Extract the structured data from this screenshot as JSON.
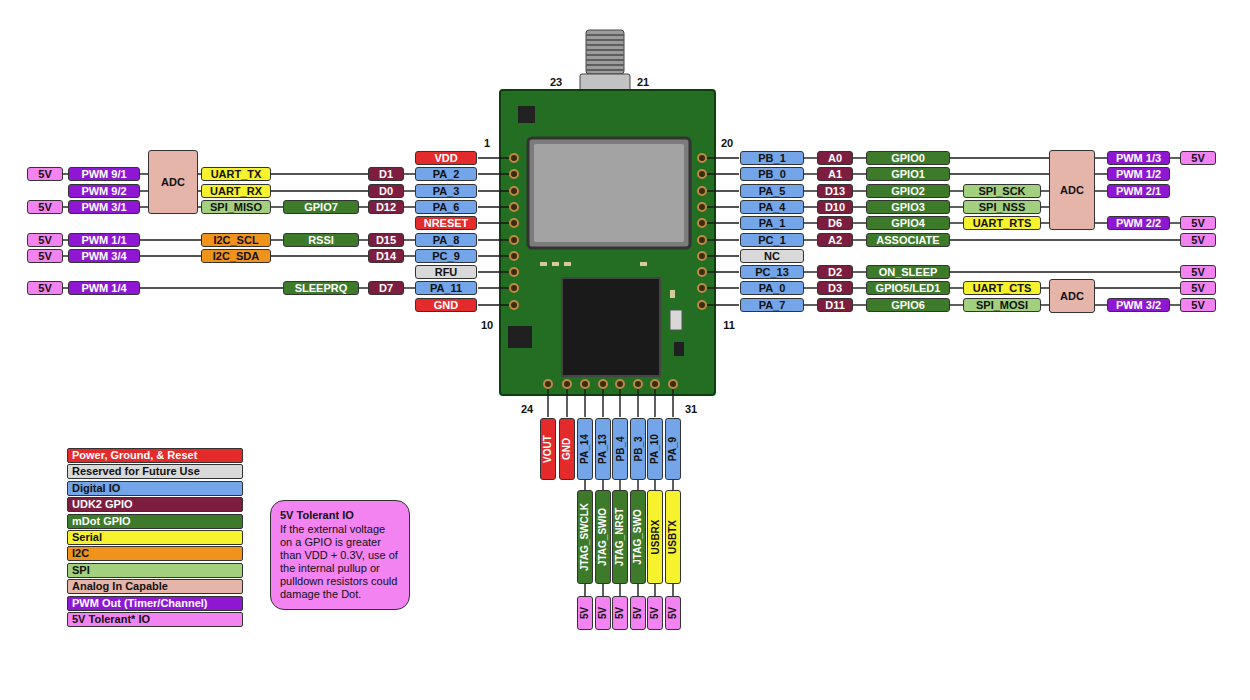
{
  "diagram": {
    "nodes": [
      {
        "text": [
          "VDD"
        ]
      },
      {
        "text": [
          "PB_1"
        ]
      },
      {
        "text": [
          "A0"
        ]
      },
      {
        "text": [
          "GPIO0"
        ]
      },
      {
        "text": [
          "ADC"
        ]
      },
      {
        "text": [
          "PWM 1/3"
        ]
      },
      {
        "text": [
          "5V"
        ]
      },
      {
        "text": [
          "5V"
        ]
      },
      {
        "text": [
          "PWM 9/1"
        ]
      },
      {
        "text": [
          "ADC"
        ]
      },
      {
        "text": [
          "UART_TX"
        ]
      },
      {
        "text": [
          "D1"
        ]
      },
      {
        "text": [
          "PA_2"
        ]
      },
      {
        "text": [
          "PB_0"
        ]
      },
      {
        "text": [
          "A1"
        ]
      },
      {
        "text": [
          "GPIO1"
        ]
      },
      {
        "text": [
          "PWM 1/2"
        ]
      },
      {
        "text": [
          "PWM 9/2"
        ]
      },
      {
        "text": [
          "UART_RX"
        ]
      },
      {
        "text": [
          "D0"
        ]
      },
      {
        "text": [
          "PA_3"
        ]
      },
      {
        "text": [
          "PA_5"
        ]
      },
      {
        "text": [
          "D13"
        ]
      },
      {
        "text": [
          "GPIO2"
        ]
      },
      {
        "text": [
          "SPI_SCK"
        ]
      },
      {
        "text": [
          "PWM 2/1"
        ]
      },
      {
        "text": [
          "5V"
        ]
      },
      {
        "text": [
          "PWM 3/1"
        ]
      },
      {
        "text": [
          "SPI_MISO"
        ]
      },
      {
        "text": [
          "GPIO7"
        ]
      },
      {
        "text": [
          "D12"
        ]
      },
      {
        "text": [
          "PA_6"
        ]
      },
      {
        "text": [
          "PA_4"
        ]
      },
      {
        "text": [
          "D10"
        ]
      },
      {
        "text": [
          "GPIO3"
        ]
      },
      {
        "text": [
          "SPI_NSS"
        ]
      },
      {
        "text": [
          "NRESET"
        ]
      },
      {
        "text": [
          "PA_1"
        ]
      },
      {
        "text": [
          "D6"
        ]
      },
      {
        "text": [
          "GPIO4"
        ]
      },
      {
        "text": [
          "UART_RTS"
        ]
      },
      {
        "text": [
          "PWM 2/2"
        ]
      },
      {
        "text": [
          "5V"
        ]
      },
      {
        "text": [
          "5V"
        ]
      },
      {
        "text": [
          "PWM 1/1"
        ]
      },
      {
        "text": [
          "I2C_SCL"
        ]
      },
      {
        "text": [
          "RSSI"
        ]
      },
      {
        "text": [
          "D15"
        ]
      },
      {
        "text": [
          "PA_8"
        ]
      },
      {
        "text": [
          "PC_1"
        ]
      },
      {
        "text": [
          "A2"
        ]
      },
      {
        "text": [
          "ASSOCIATE"
        ]
      },
      {
        "text": [
          "5V"
        ]
      },
      {
        "text": [
          "5V"
        ]
      },
      {
        "text": [
          "PWM 3/4"
        ]
      },
      {
        "text": [
          "I2C_SDA"
        ]
      },
      {
        "text": [
          "D14"
        ]
      },
      {
        "text": [
          "PC_9"
        ]
      },
      {
        "text": [
          "NC"
        ]
      },
      {
        "text": [
          "RFU"
        ]
      },
      {
        "text": [
          "PC_13"
        ]
      },
      {
        "text": [
          "D2"
        ]
      },
      {
        "text": [
          "ON_SLEEP"
        ]
      },
      {
        "text": [
          "5V"
        ]
      },
      {
        "text": [
          "5V"
        ]
      },
      {
        "text": [
          "PWM 1/4"
        ]
      },
      {
        "text": [
          "SLEEPRQ"
        ]
      },
      {
        "text": [
          "D7"
        ]
      },
      {
        "text": [
          "PA_11"
        ]
      },
      {
        "text": [
          "PA_0"
        ]
      },
      {
        "text": [
          "D3"
        ]
      },
      {
        "text": [
          "GPIO5/LED1"
        ]
      },
      {
        "text": [
          "UART_CTS"
        ]
      },
      {
        "text": [
          "ADC"
        ]
      },
      {
        "text": [
          "5V"
        ]
      },
      {
        "text": [
          "GND"
        ]
      },
      {
        "text": [
          "PA_7"
        ]
      },
      {
        "text": [
          "D11"
        ]
      },
      {
        "text": [
          "GPIO6"
        ]
      },
      {
        "text": [
          "SPI_MOSI"
        ]
      },
      {
        "text": [
          "PWM 3/2"
        ]
      },
      {
        "text": [
          "5V"
        ]
      },
      {
        "text": [
          "VOUT"
        ]
      },
      {
        "text": [
          "GND"
        ]
      },
      {
        "text": [
          "PA_14"
        ]
      },
      {
        "text": [
          "PA_13"
        ]
      },
      {
        "text": [
          "PB_4"
        ]
      },
      {
        "text": [
          "PB_3"
        ]
      },
      {
        "text": [
          "PA_10"
        ]
      },
      {
        "text": [
          "PA_9"
        ]
      },
      {
        "text": [
          "JTAG_SWCLK"
        ]
      },
      {
        "text": [
          "JTAG_SWIO"
        ]
      },
      {
        "text": [
          "JTAG_NRST"
        ]
      },
      {
        "text": [
          "JTAG_SWO"
        ]
      },
      {
        "text": [
          "USBRX"
        ]
      },
      {
        "text": [
          "USBTX"
        ]
      },
      {
        "text": [
          "5V"
        ]
      },
      {
        "text": [
          "5V"
        ]
      },
      {
        "text": [
          "5V"
        ]
      },
      {
        "text": [
          "5V"
        ]
      },
      {
        "text": [
          "5V"
        ]
      },
      {
        "text": [
          "5V"
        ]
      },
      {
        "text": [
          "5V Tolerant IO",
          "If the external voltage on a GPIO is greater than VDD + 0.3V, use of the internal pullup or pulldown resistors could damage the Dot."
        ]
      }
    ],
    "edges": [
      {
        "from": 1,
        "to": 2,
        "arrow": "none"
      },
      {
        "from": 2,
        "to": 3,
        "arrow": "none"
      },
      {
        "from": 3,
        "to": 4,
        "arrow": "none"
      },
      {
        "from": 4,
        "to": 5,
        "arrow": "none"
      },
      {
        "from": 5,
        "to": 6,
        "arrow": "none"
      },
      {
        "from": 7,
        "to": 8,
        "arrow": "none"
      },
      {
        "from": 8,
        "to": 9,
        "arrow": "none"
      },
      {
        "from": 9,
        "to": 10,
        "arrow": "none"
      },
      {
        "from": 10,
        "to": 11,
        "arrow": "none"
      },
      {
        "from": 11,
        "to": 12,
        "arrow": "none"
      },
      {
        "from": 13,
        "to": 14,
        "arrow": "none"
      },
      {
        "from": 14,
        "to": 15,
        "arrow": "none"
      },
      {
        "from": 15,
        "to": 4,
        "arrow": "none"
      },
      {
        "from": 4,
        "to": 16,
        "arrow": "none"
      },
      {
        "from": 17,
        "to": 9,
        "arrow": "none"
      },
      {
        "from": 9,
        "to": 18,
        "arrow": "none"
      },
      {
        "from": 18,
        "to": 19,
        "arrow": "none"
      },
      {
        "from": 19,
        "to": 20,
        "arrow": "none"
      },
      {
        "from": 21,
        "to": 22,
        "arrow": "none"
      },
      {
        "from": 22,
        "to": 23,
        "arrow": "none"
      },
      {
        "from": 23,
        "to": 24,
        "arrow": "none"
      },
      {
        "from": 24,
        "to": 4,
        "arrow": "none"
      },
      {
        "from": 4,
        "to": 25,
        "arrow": "none"
      },
      {
        "from": 26,
        "to": 27,
        "arrow": "none"
      },
      {
        "from": 27,
        "to": 9,
        "arrow": "none"
      },
      {
        "from": 9,
        "to": 28,
        "arrow": "none"
      },
      {
        "from": 28,
        "to": 29,
        "arrow": "none"
      },
      {
        "from": 29,
        "to": 30,
        "arrow": "none"
      },
      {
        "from": 30,
        "to": 31,
        "arrow": "none"
      },
      {
        "from": 32,
        "to": 33,
        "arrow": "none"
      },
      {
        "from": 33,
        "to": 34,
        "arrow": "none"
      },
      {
        "from": 34,
        "to": 35,
        "arrow": "none"
      },
      {
        "from": 35,
        "to": 4,
        "arrow": "none"
      },
      {
        "from": 37,
        "to": 38,
        "arrow": "none"
      },
      {
        "from": 38,
        "to": 39,
        "arrow": "none"
      },
      {
        "from": 39,
        "to": 40,
        "arrow": "none"
      },
      {
        "from": 40,
        "to": 4,
        "arrow": "none"
      },
      {
        "from": 4,
        "to": 41,
        "arrow": "none"
      },
      {
        "from": 41,
        "to": 42,
        "arrow": "none"
      },
      {
        "from": 43,
        "to": 44,
        "arrow": "none"
      },
      {
        "from": 44,
        "to": 45,
        "arrow": "none"
      },
      {
        "from": 45,
        "to": 46,
        "arrow": "none"
      },
      {
        "from": 46,
        "to": 47,
        "arrow": "none"
      },
      {
        "from": 47,
        "to": 48,
        "arrow": "none"
      },
      {
        "from": 49,
        "to": 50,
        "arrow": "none"
      },
      {
        "from": 50,
        "to": 51,
        "arrow": "none"
      },
      {
        "from": 51,
        "to": 52,
        "arrow": "none"
      },
      {
        "from": 53,
        "to": 54,
        "arrow": "none"
      },
      {
        "from": 54,
        "to": 55,
        "arrow": "none"
      },
      {
        "from": 55,
        "to": 56,
        "arrow": "none"
      },
      {
        "from": 56,
        "to": 57,
        "arrow": "none"
      },
      {
        "from": 60,
        "to": 61,
        "arrow": "none"
      },
      {
        "from": 61,
        "to": 62,
        "arrow": "none"
      },
      {
        "from": 62,
        "to": 63,
        "arrow": "none"
      },
      {
        "from": 64,
        "to": 65,
        "arrow": "none"
      },
      {
        "from": 65,
        "to": 66,
        "arrow": "none"
      },
      {
        "from": 66,
        "to": 67,
        "arrow": "none"
      },
      {
        "from": 67,
        "to": 68,
        "arrow": "none"
      },
      {
        "from": 69,
        "to": 70,
        "arrow": "none"
      },
      {
        "from": 70,
        "to": 71,
        "arrow": "none"
      },
      {
        "from": 71,
        "to": 72,
        "arrow": "none"
      },
      {
        "from": 72,
        "to": 73,
        "arrow": "none"
      },
      {
        "from": 73,
        "to": 74,
        "arrow": "none"
      },
      {
        "from": 76,
        "to": 77,
        "arrow": "none"
      },
      {
        "from": 77,
        "to": 78,
        "arrow": "none"
      },
      {
        "from": 78,
        "to": 79,
        "arrow": "none"
      },
      {
        "from": 79,
        "to": 73,
        "arrow": "none"
      },
      {
        "from": 73,
        "to": 80,
        "arrow": "none"
      },
      {
        "from": 80,
        "to": 81,
        "arrow": "none"
      },
      {
        "from": 84,
        "to": 90,
        "arrow": "none"
      },
      {
        "from": 85,
        "to": 91,
        "arrow": "none"
      },
      {
        "from": 86,
        "to": 92,
        "arrow": "none"
      },
      {
        "from": 87,
        "to": 93,
        "arrow": "none"
      },
      {
        "from": 88,
        "to": 94,
        "arrow": "none"
      },
      {
        "from": 89,
        "to": 95,
        "arrow": "none"
      },
      {
        "from": 90,
        "to": 96,
        "arrow": "none"
      },
      {
        "from": 91,
        "to": 97,
        "arrow": "none"
      },
      {
        "from": 92,
        "to": 98,
        "arrow": "none"
      },
      {
        "from": 93,
        "to": 99,
        "arrow": "none"
      },
      {
        "from": 94,
        "to": 100,
        "arrow": "none"
      },
      {
        "from": 95,
        "to": 101,
        "arrow": "none"
      }
    ],
    "labels": [
      "23",
      "21",
      "1",
      "20",
      "10",
      "11",
      "24",
      "31"
    ],
    "legend": [
      {
        "text": "Power, Ground, & Reset",
        "color": "#e42a2a"
      },
      {
        "text": "Reserved for Future Use",
        "color": "#d9d9d9"
      },
      {
        "text": "Digital IO",
        "color": "#73a5e8"
      },
      {
        "text": "UDK2 GPIO",
        "color": "#7d1d3f"
      },
      {
        "text": "mDot GPIO",
        "color": "#3d7b2a"
      },
      {
        "text": "Serial",
        "color": "#f6f22e"
      },
      {
        "text": "I2C",
        "color": "#f0931c"
      },
      {
        "text": "SPI",
        "color": "#a3d07f"
      },
      {
        "text": "Analog In Capable",
        "color": "#e6b5a9"
      },
      {
        "text": "PWM Out (Timer/Channel)",
        "color": "#8f17d4"
      },
      {
        "text": "5V Tolerant* IO",
        "color": "#f283f0"
      }
    ]
  }
}
